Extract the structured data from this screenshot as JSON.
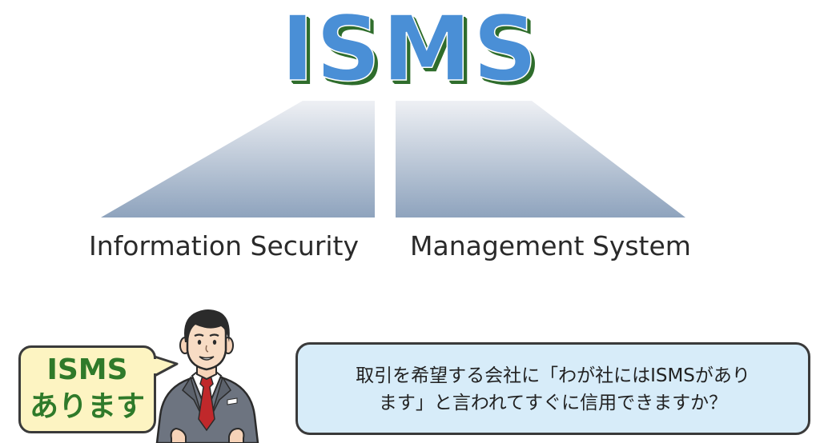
{
  "title": "ISMS",
  "captions": {
    "left": "Information Security",
    "right": "Management System"
  },
  "bubble": {
    "line1": "ISMS",
    "line2": "あります"
  },
  "question": {
    "line1": "取引を希望する会社に「わが社にはISMSがあり",
    "line2": "ます」と言われてすぐに信用できますか？"
  },
  "colors": {
    "title_fill": "#4a8fd6",
    "title_shadow": "#2f6d2c",
    "road_top": "#e8ebf1",
    "road_bottom": "#8aa0bb",
    "bubble_fill": "#fdf4c2",
    "bubble_text": "#2f7a2a",
    "question_fill": "#d7ecf9"
  },
  "icons": {
    "person": "businessman-illustration",
    "road": "road-perspective-shape"
  }
}
